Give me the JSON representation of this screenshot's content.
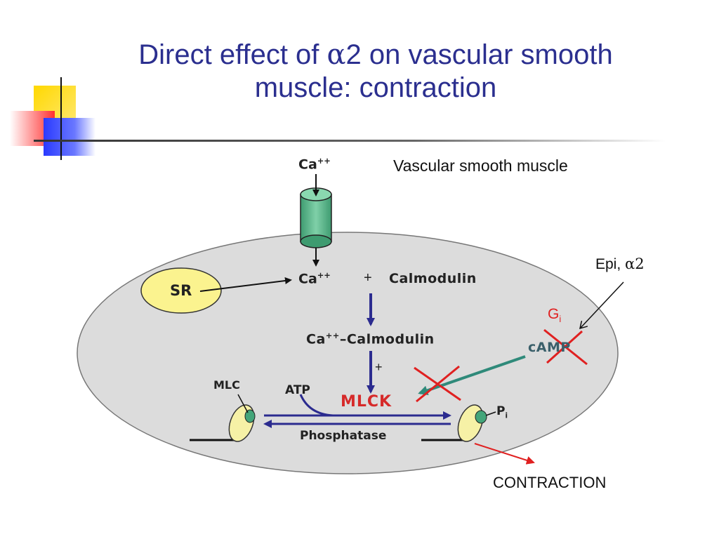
{
  "title": {
    "prefix": "Direct effect of ",
    "alpha": "α",
    "suffix_line1": "2 on vascular smooth",
    "line2": "muscle: contraction"
  },
  "diagram": {
    "cell_label": "Vascular smooth muscle",
    "ca_top": {
      "base": "Ca",
      "sup": "++"
    },
    "ca_mid": {
      "base": "Ca",
      "sup": "++"
    },
    "plus_sign": "+",
    "calmodulin": "Calmodulin",
    "sr": "SR",
    "complex": {
      "base": "Ca",
      "sup": "++",
      "dash": "–",
      "rest": "Calmodulin"
    },
    "plus_small": "+",
    "mlck": "MLCK",
    "atp": "ATP",
    "mlc": "MLC",
    "phosphatase": "Phosphatase",
    "pi": {
      "base": "P",
      "sub": "i"
    },
    "camp": "cAMP",
    "gi": {
      "base": "G",
      "sub": "i"
    },
    "epi": {
      "text": "Epi, ",
      "alpha": "α",
      "num": "2"
    },
    "contraction": "CONTRACTION",
    "colors": {
      "title": "#2b2f8f",
      "cell": "#dcdcdc",
      "sr_fill": "#fbf38f",
      "channel": "#5fb58c",
      "arrow_main": "#2b2b8f",
      "mlck": "#d62a2a",
      "camp_arrow": "#2f8a7a",
      "red_x": "#e02020"
    }
  }
}
